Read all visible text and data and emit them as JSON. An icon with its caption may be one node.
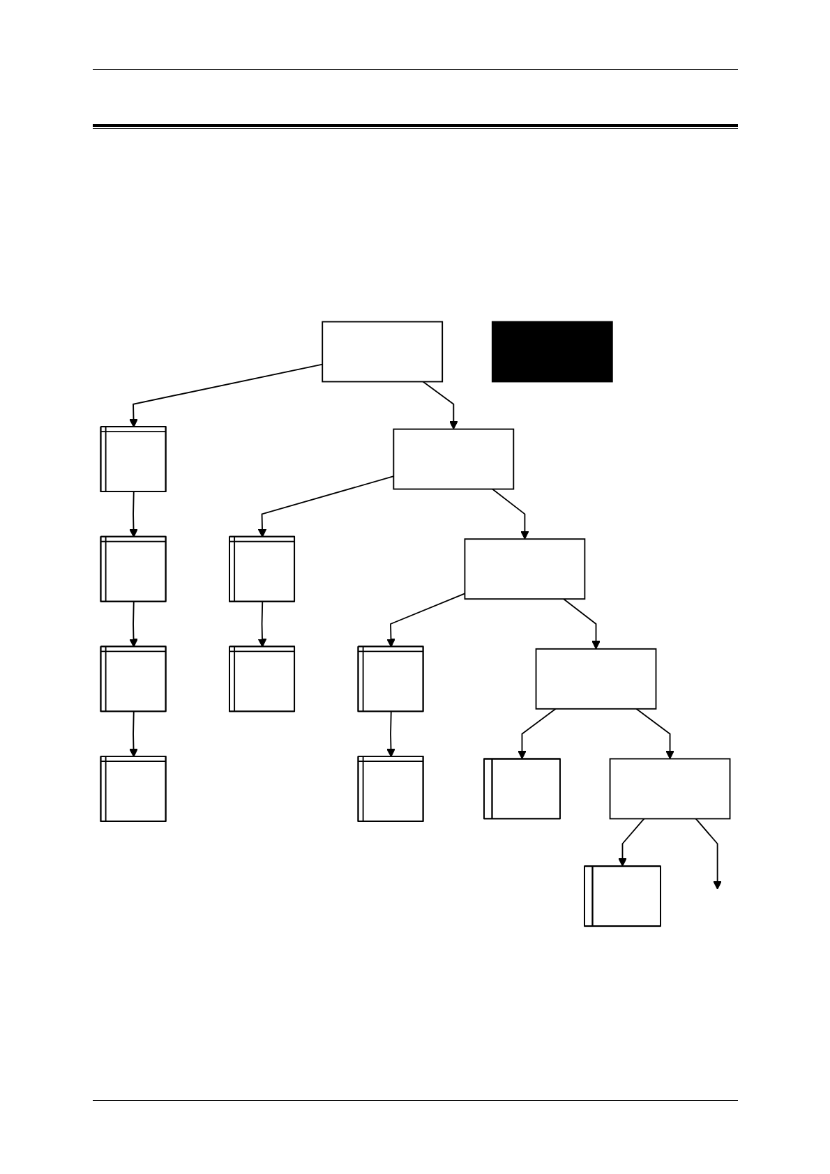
{
  "diagram": {
    "nodes": [
      {
        "text": [],
        "shape": "box"
      },
      {
        "text": [],
        "shape": "table"
      },
      {
        "text": [],
        "shape": "table"
      },
      {
        "text": [],
        "shape": "table"
      },
      {
        "text": [],
        "shape": "table"
      },
      {
        "text": [],
        "shape": "box"
      },
      {
        "text": [],
        "shape": "table"
      },
      {
        "text": [],
        "shape": "table"
      },
      {
        "text": [],
        "shape": "box"
      },
      {
        "text": [],
        "shape": "table"
      },
      {
        "text": [],
        "shape": "table"
      },
      {
        "text": [],
        "shape": "box"
      },
      {
        "text": [],
        "shape": "table"
      },
      {
        "text": [],
        "shape": "box"
      },
      {
        "text": [],
        "shape": "table"
      },
      {
        "text": [],
        "shape": "bar"
      }
    ],
    "edges": [
      {
        "from": 0,
        "to": 1,
        "arrow": "to"
      },
      {
        "from": 1,
        "to": 2,
        "arrow": "to"
      },
      {
        "from": 2,
        "to": 3,
        "arrow": "to"
      },
      {
        "from": 3,
        "to": 4,
        "arrow": "to"
      },
      {
        "from": 0,
        "to": 5,
        "arrow": "to"
      },
      {
        "from": 5,
        "to": 6,
        "arrow": "to"
      },
      {
        "from": 6,
        "to": 7,
        "arrow": "to"
      },
      {
        "from": 5,
        "to": 8,
        "arrow": "to"
      },
      {
        "from": 8,
        "to": 9,
        "arrow": "to"
      },
      {
        "from": 9,
        "to": 10,
        "arrow": "to"
      },
      {
        "from": 8,
        "to": 11,
        "arrow": "to"
      },
      {
        "from": 11,
        "to": 12,
        "arrow": "to"
      },
      {
        "from": 11,
        "to": 13,
        "arrow": "to"
      },
      {
        "from": 13,
        "to": 14,
        "arrow": "to"
      },
      {
        "from": 13,
        "to": null,
        "arrow": "to"
      }
    ]
  }
}
